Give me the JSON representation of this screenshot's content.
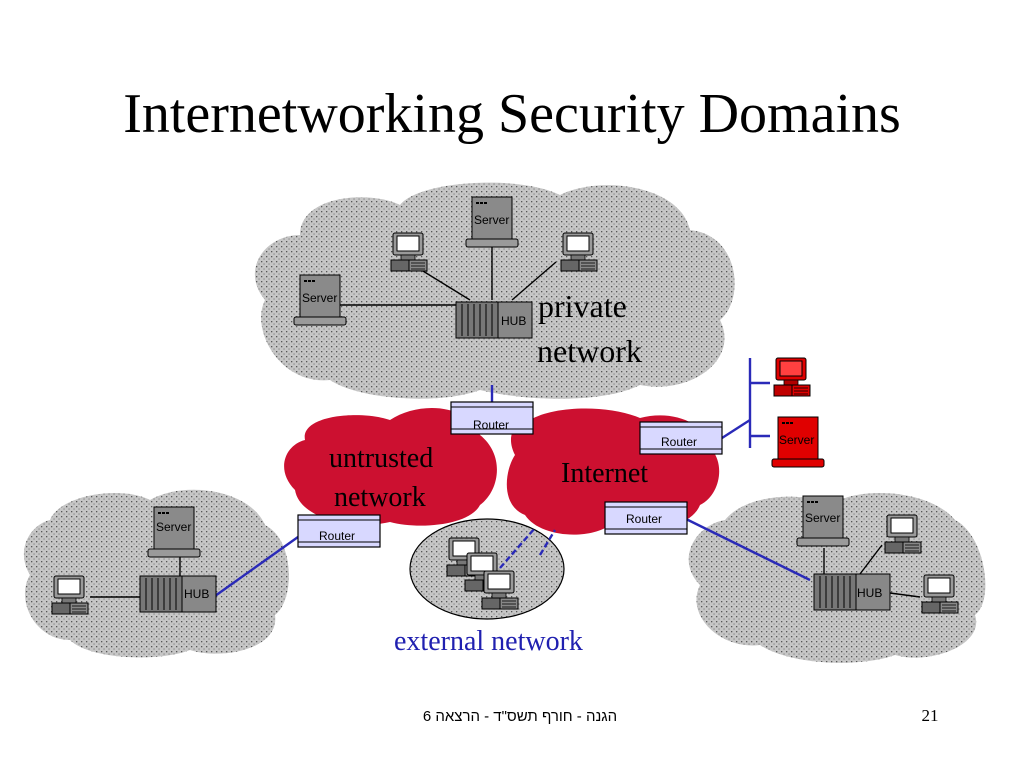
{
  "title": "Internetworking Security Domains",
  "footer": {
    "text": "הגנה - חורף תשס\"ד - הרצאה 6",
    "page_number": "21"
  },
  "labels": {
    "private_network_line1": "private",
    "private_network_line2": "network",
    "untrusted_line1": "untrusted",
    "untrusted_line2": "network",
    "internet": "Internet",
    "external_network": "external network"
  },
  "devices": {
    "server": "Server",
    "hub": "HUB",
    "router": "Router"
  },
  "colors": {
    "cloud_gray": "#c8c8c8",
    "cloud_red": "#cc1030",
    "link_blue": "#2a2ab8",
    "router_fill": "#d8d8ff",
    "red_device": "#e00000"
  }
}
